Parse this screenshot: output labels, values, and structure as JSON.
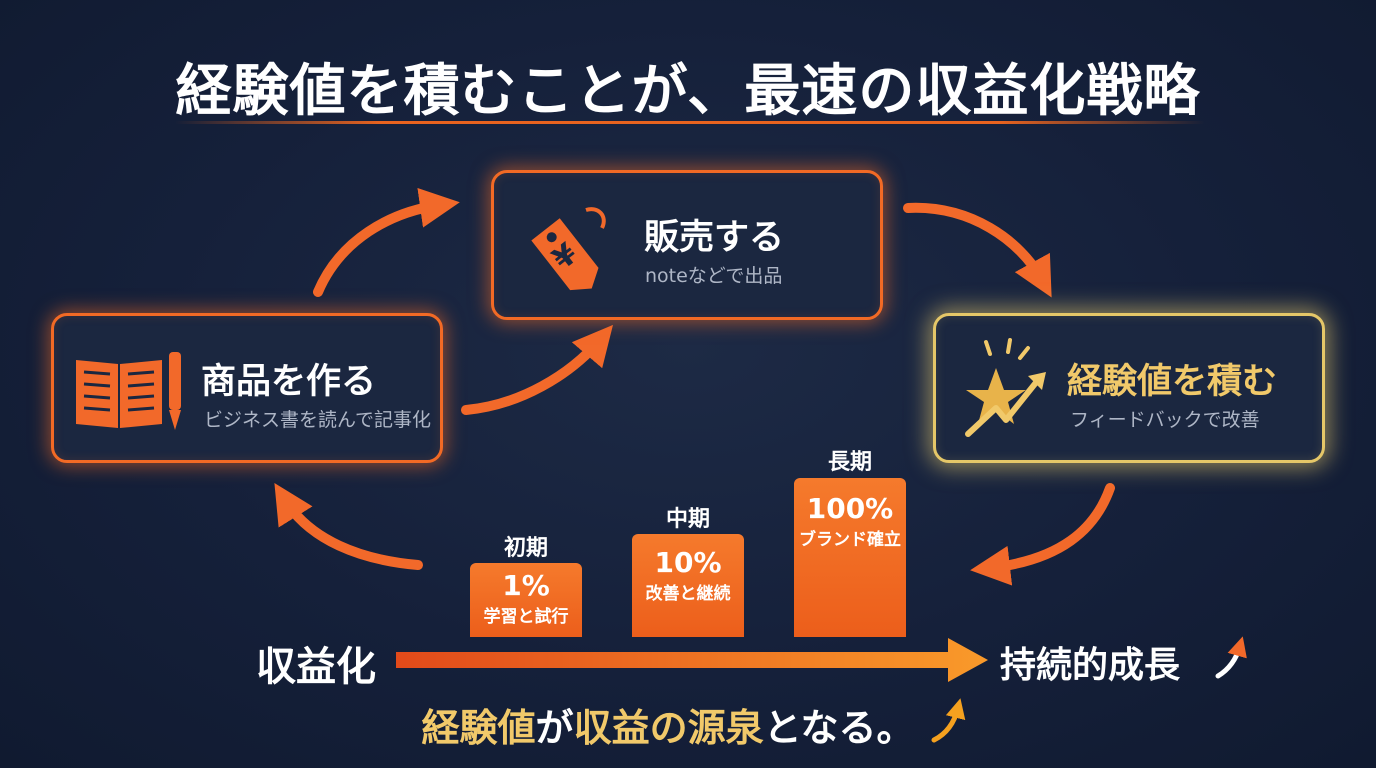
{
  "title": "経験値を積むことが、最速の収益化戦略",
  "colors": {
    "accent": "#f26a25",
    "gold": "#e5c768",
    "background": "#15203a"
  },
  "cycle": {
    "create": {
      "title": "商品を作る",
      "subtitle": "ビジネス書を読んで記事化",
      "icon": "book-and-pen-icon"
    },
    "sell": {
      "title": "販売する",
      "subtitle": "noteなどで出品",
      "icon": "yen-price-tag-icon"
    },
    "experience": {
      "title": "経験値を積む",
      "subtitle": "フィードバックで改善",
      "icon": "star-rising-arrow-icon"
    }
  },
  "growth_bars": [
    {
      "label": "初期",
      "percent": "1%",
      "note": "学習と試行",
      "value": 1
    },
    {
      "label": "中期",
      "percent": "10%",
      "note": "改善と継続",
      "value": 10
    },
    {
      "label": "長期",
      "percent": "100%",
      "note": "ブランド確立",
      "value": 100
    }
  ],
  "flow": {
    "start": "収益化",
    "end": "持続的成長"
  },
  "tagline": {
    "part1": "経験値",
    "part2": "が",
    "part3": "収益の源泉",
    "part4": "となる。"
  }
}
